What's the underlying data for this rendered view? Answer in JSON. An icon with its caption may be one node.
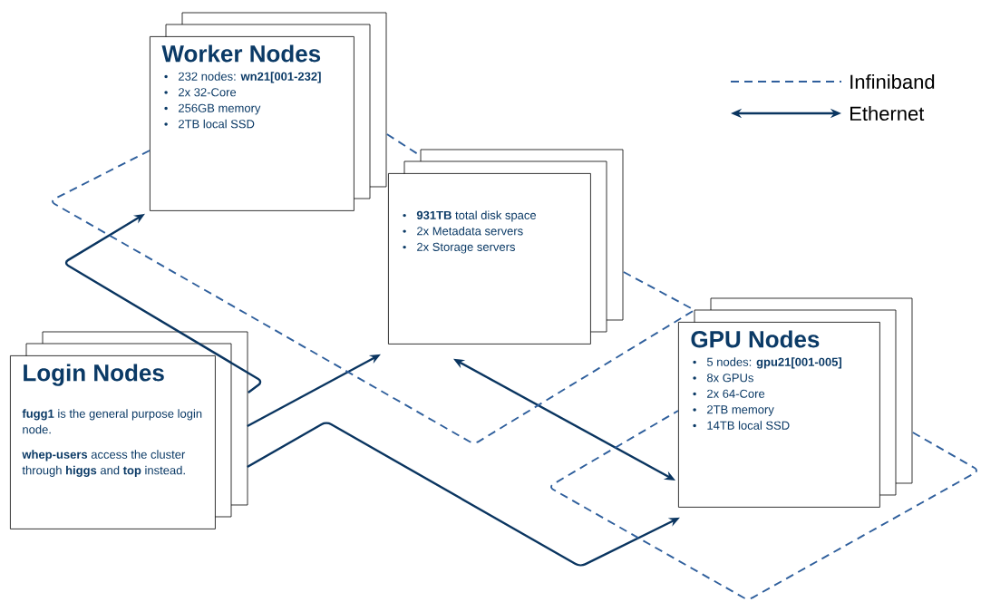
{
  "diagram": {
    "nodes": [
      {
        "text": [
          "Worker Nodes",
          "232 nodes: **wn21[001-232]**",
          "2x 32-Core",
          "256GB memory",
          "2TB local SSD"
        ]
      },
      {
        "text": [
          "**931TB** total disk space",
          "2x Metadata servers",
          "2x Storage servers"
        ]
      },
      {
        "text": [
          "Login Nodes",
          "**fugg1** is the general purpose login node.",
          "**whep-users** access the cluster through **higgs** and **top** instead."
        ]
      },
      {
        "text": [
          "GPU Nodes",
          "5 nodes: **gpu21[001-005]**",
          "8x GPUs",
          "2x 64-Core",
          "2TB memory",
          "14TB local SSD"
        ]
      }
    ],
    "edges": [
      {
        "from": 2,
        "to": 0,
        "arrow": "to"
      },
      {
        "from": 2,
        "to": 1,
        "arrow": "to"
      },
      {
        "from": 2,
        "to": 3,
        "arrow": "to"
      },
      {
        "from": 1,
        "to": 3,
        "arrow": "both"
      },
      {
        "from": 0,
        "to": 1,
        "arrow": "none",
        "style": "dashed",
        "color": "#2f5f9c"
      },
      {
        "from": 1,
        "to": 3,
        "arrow": "none",
        "style": "dashed",
        "color": "#2f5f9c"
      },
      {
        "from": 0,
        "to": 3,
        "arrow": "none",
        "style": "dashed",
        "color": "#2f5f9c"
      },
      {
        "from": 3,
        "to": 3,
        "arrow": "none",
        "style": "dashed",
        "color": "#2f5f9c"
      }
    ],
    "legend": [
      {
        "text": "Infiniband"
      },
      {
        "text": "Ethernet"
      }
    ]
  }
}
